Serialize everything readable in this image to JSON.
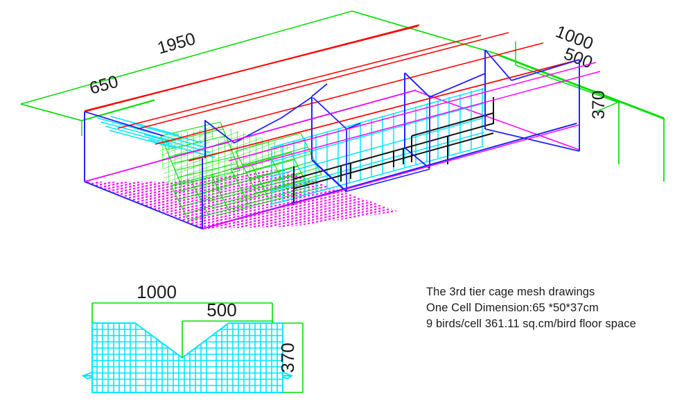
{
  "drawing": {
    "title": "The 3rd tier cage mesh drawings",
    "views": {
      "isometric": "isometric-cage-assembly",
      "elevation": "front-elevation-cross-section"
    }
  },
  "notes": {
    "line1": "The 3rd tier cage mesh drawings",
    "line2": "One Cell Dimension:65 *50*37cm",
    "line3": "9 birds/cell   361.11 sq.cm/bird floor space"
  },
  "isometric_dimensions": {
    "length": "1950",
    "depth": "650",
    "width_total": "1000",
    "width_half": "500",
    "height": "370"
  },
  "elevation_dimensions": {
    "width_total": "1000",
    "width_half": "500",
    "height": "370"
  },
  "colors": {
    "frame_blue": "#2020ff",
    "roof_red": "#ff0000",
    "floor_magenta": "#ff00ff",
    "mesh_cyan": "#00e5ff",
    "mesh_green": "#00dd00",
    "dimension_green": "#00dd00",
    "trough_black": "#111111",
    "text": "#1a1a1a",
    "background": "#ffffff"
  }
}
